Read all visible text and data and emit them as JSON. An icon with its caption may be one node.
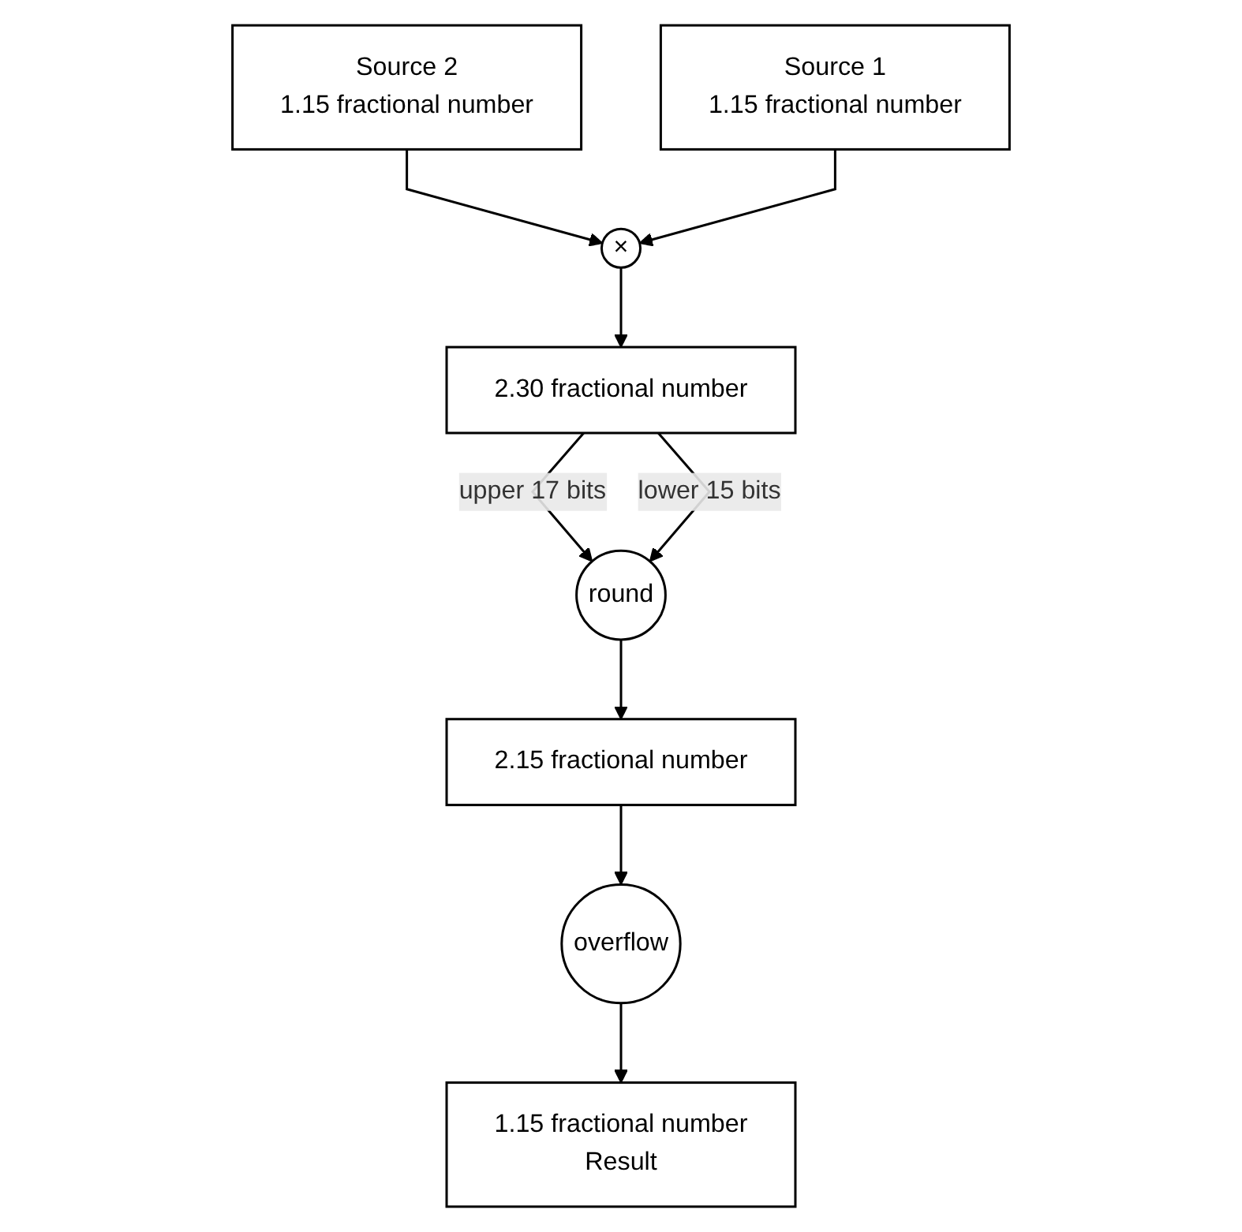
{
  "diagram": {
    "nodes": [
      {
        "text": [
          "Source 2",
          "1.15 fractional number"
        ]
      },
      {
        "text": [
          "Source 1",
          "1.15 fractional number"
        ]
      },
      {
        "text": [
          "×"
        ]
      },
      {
        "text": [
          "2.30 fractional number"
        ]
      },
      {
        "text": [
          "round"
        ]
      },
      {
        "text": [
          "2.15 fractional number"
        ]
      },
      {
        "text": [
          "overflow"
        ]
      },
      {
        "text": [
          "1.15 fractional number",
          "Result"
        ]
      }
    ],
    "edges": [
      {
        "from": 0,
        "to": 2,
        "arrow": "to"
      },
      {
        "from": 1,
        "to": 2,
        "arrow": "to"
      },
      {
        "from": 2,
        "to": 3,
        "arrow": "to"
      },
      {
        "from": 3,
        "to": 4,
        "arrow": "to",
        "label": "upper 17 bits"
      },
      {
        "from": 3,
        "to": 4,
        "arrow": "to",
        "label": "lower 15 bits"
      },
      {
        "from": 4,
        "to": 5,
        "arrow": "to"
      },
      {
        "from": 5,
        "to": 6,
        "arrow": "to"
      },
      {
        "from": 6,
        "to": 7,
        "arrow": "to"
      }
    ]
  }
}
